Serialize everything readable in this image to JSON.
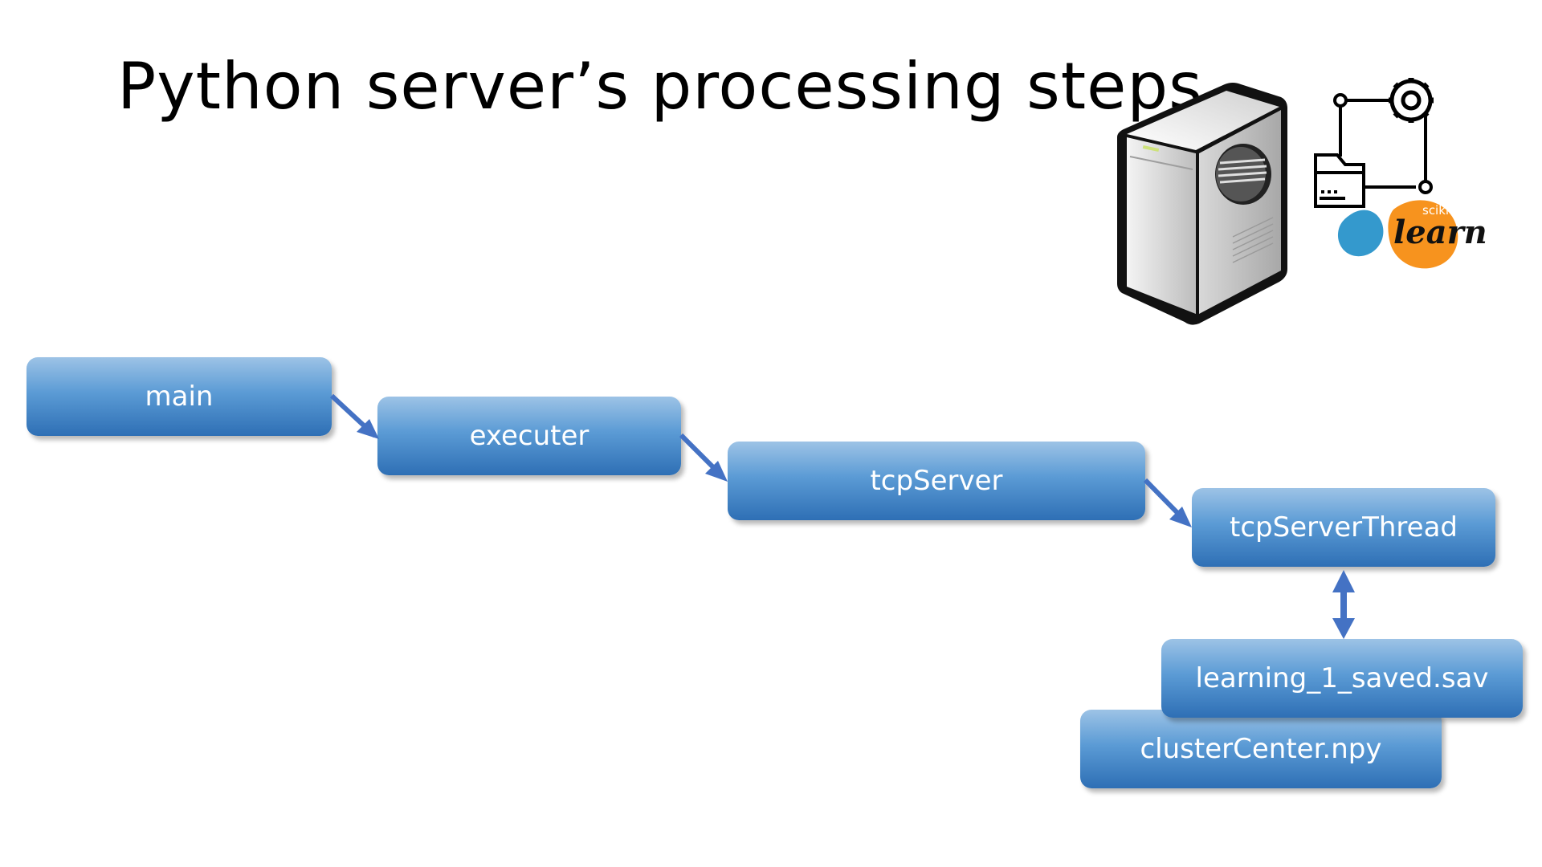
{
  "slide": {
    "title": "Python server’s processing steps"
  },
  "nodes": {
    "main": "main",
    "executer": "executer",
    "tcp_server": "tcpServer",
    "tcp_server_thread": "tcpServerThread",
    "learning_file": "learning_1_saved.sav",
    "cluster_file": "clusterCenter.npy"
  },
  "logo": {
    "scikit": "scikit",
    "learn": "learn"
  },
  "colors": {
    "node_top": "#9dc3e6",
    "node_bottom": "#2e6fb5",
    "arrow": "#4472c4",
    "scikit_orange": "#f7931e",
    "scikit_blue": "#3499cd"
  }
}
